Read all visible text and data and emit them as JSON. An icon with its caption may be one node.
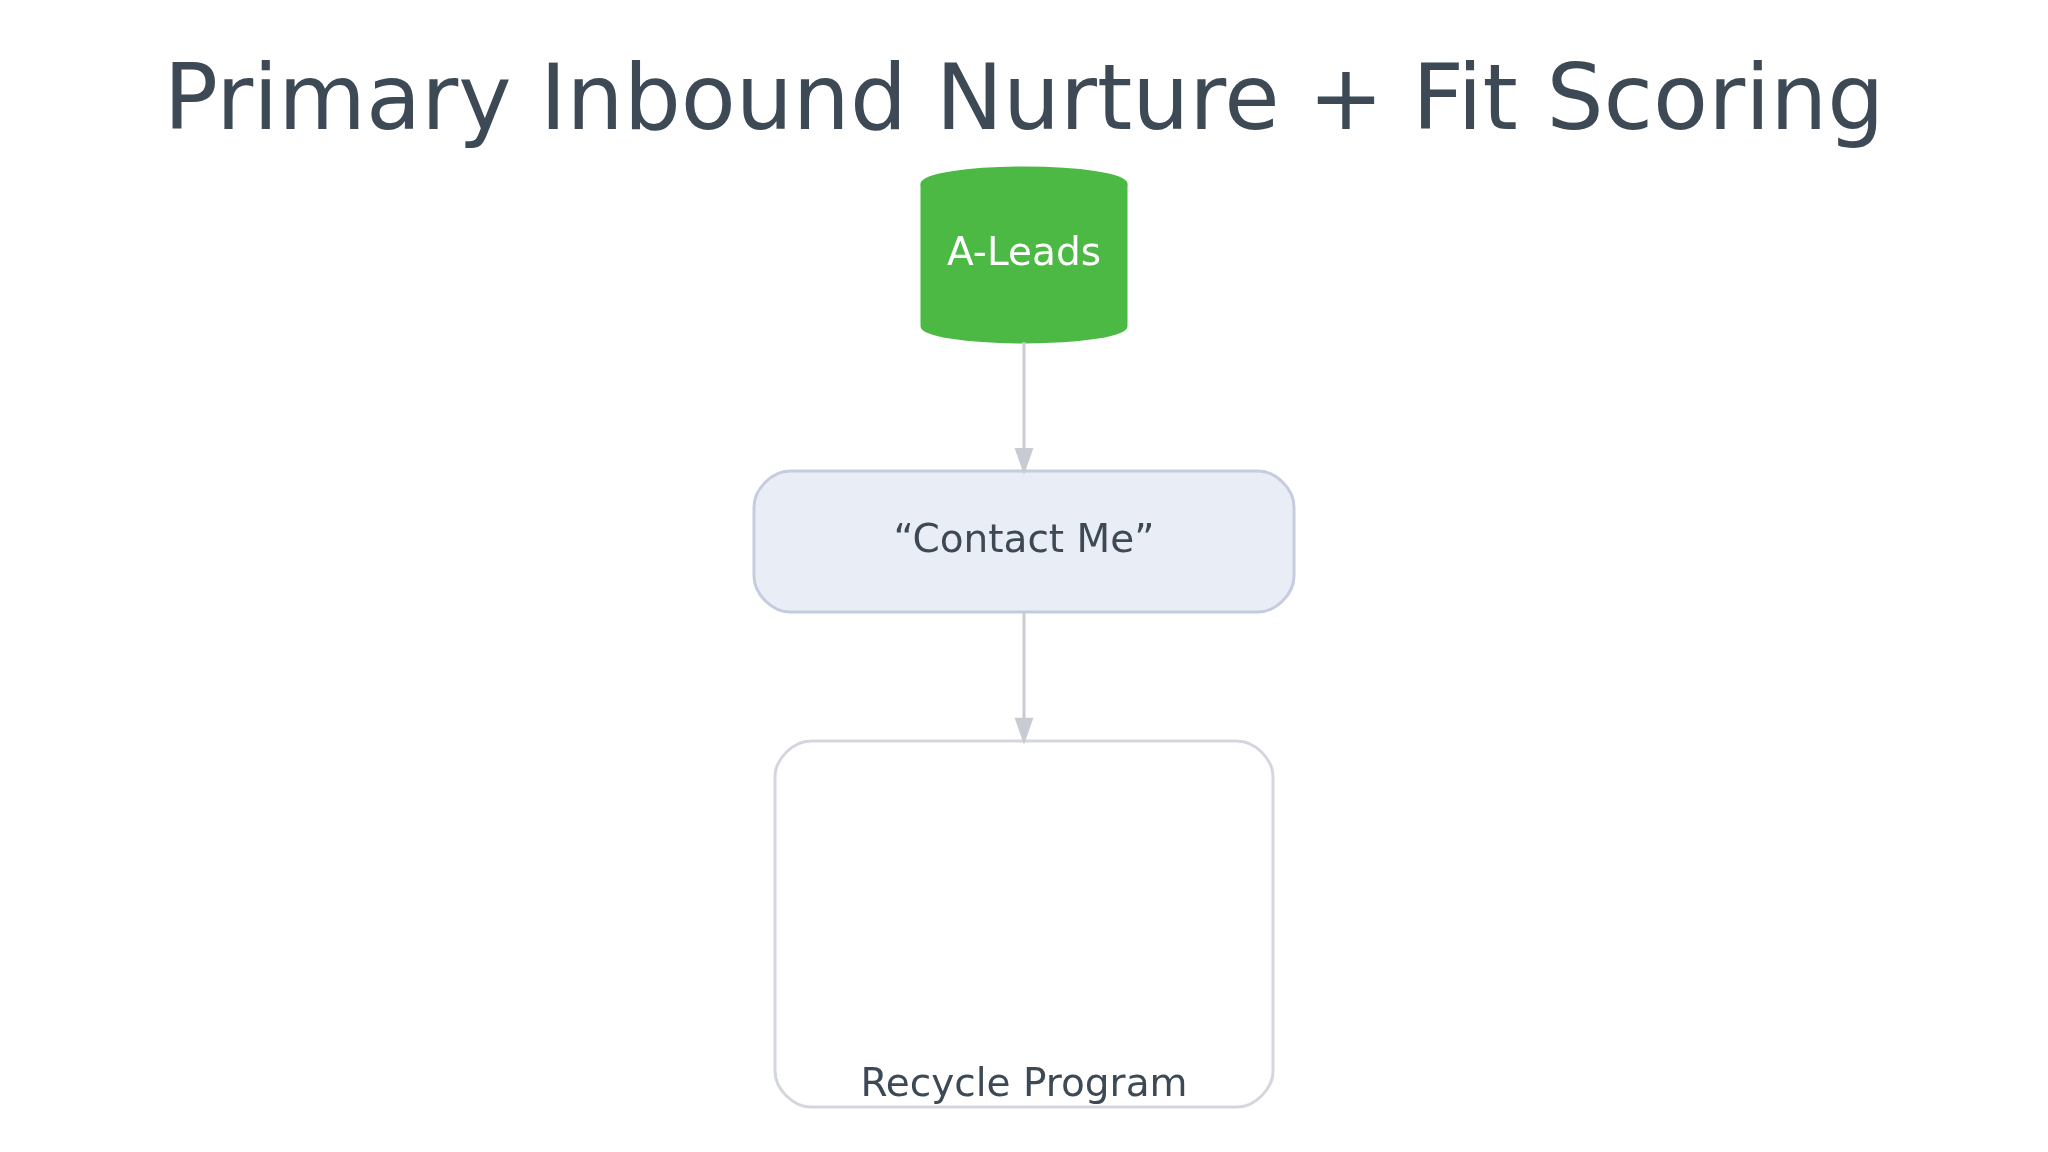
{
  "diagram": {
    "title": "Primary Inbound Nurture + Fit Scoring",
    "nodes": [
      {
        "text": [
          "A-Leads"
        ]
      },
      {
        "text": [
          "“Contact Me”"
        ]
      },
      {
        "text": [
          "Recycle Program"
        ]
      }
    ],
    "edges": [
      {
        "from": 0,
        "to": 1,
        "arrow": "to"
      },
      {
        "from": 1,
        "to": 2,
        "arrow": "to"
      }
    ]
  }
}
